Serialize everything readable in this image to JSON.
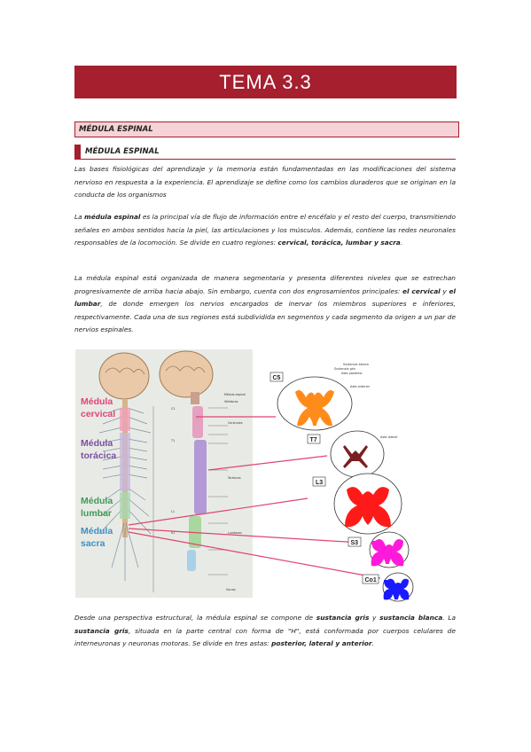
{
  "header": {
    "title": "TEMA 3.3"
  },
  "section_title": "MÉDULA ESPINAL",
  "subsection_title": "MÉDULA ESPINAL",
  "p1": "Las bases fisiológicas del aprendizaje y la memoria están fundamentadas en las modificaciones del sistema nervioso en respuesta a la experiencia. El aprendizaje se define como los cambios duraderos que se originan en la conducta de los organismos",
  "p2": {
    "a": "La ",
    "b1": "médula espinal",
    "c": " es la principal vía de flujo de información entre el encéfalo y el resto del cuerpo, transmitiendo señales en ambos sentidos hacia la piel, las articulaciones y los músculos. Además, contiene las redes neuronales responsables de la locomoción. Se divide en cuatro regiones: ",
    "b2": "cervical, torácica, lumbar y sacra",
    "d": "."
  },
  "p3": {
    "a": "La médula espinal está organizada de manera segmentaria y presenta diferentes niveles que se estrechan progresivamente de arriba hacia abajo. Sin embargo, cuenta con dos engrosamientos principales: ",
    "b1": "el cervical",
    "c": " y ",
    "b2": "el lumbar",
    "d": ", de donde emergen los nervios encargados de inervar los miembros superiores e inferiores, respectivamente. Cada una de sus regiones está subdividida en segmentos y cada segmento da origen a un par de nervios espinales."
  },
  "p4": {
    "a": "Desde una perspectiva estructural, la médula espinal se compone de ",
    "b1": "sustancia gris",
    "c": " y ",
    "b2": "sustancia blanca",
    "d": ". La ",
    "b3": "sustancia gris",
    "e": ", situada en la parte central con forma de \"H\", está conformada por cuerpos celulares de interneuronas y neuronas motoras. Se divide en tres astas: ",
    "b4": "posterior, lateral y anterior",
    "f": "."
  },
  "figure": {
    "regions": [
      {
        "line1": "Médula",
        "line2": "cervical",
        "color": "#e0457a"
      },
      {
        "line1": "Médula",
        "line2": "torácica",
        "color": "#7b4fa0"
      },
      {
        "line1": "Médula",
        "line2": "lumbar",
        "color": "#3f9a5a"
      },
      {
        "line1": "Médula",
        "line2": "sacra",
        "color": "#3e8fc4"
      }
    ],
    "sections": [
      {
        "label": "C5",
        "color": "#ff8c1a"
      },
      {
        "label": "T7",
        "color": "#7a1f1f"
      },
      {
        "label": "L3",
        "color": "#ff1a1a"
      },
      {
        "label": "S3",
        "color": "#ff1ad9"
      },
      {
        "label": "Co1",
        "color": "#1a1aff"
      }
    ],
    "c5_annotations": [
      "Sustancia blanca",
      "Sustancia gris",
      "Asta posterior",
      "Asta anterior"
    ],
    "t7_annotation": "Asta lateral",
    "spine_labels": [
      "Cervicales",
      "Torácicas",
      "Lumbares",
      "Sacras"
    ],
    "brain_labels": [
      "Médula espinal",
      "Vértebras"
    ],
    "segment_codes": [
      "C1",
      "T1",
      "L1",
      "S1"
    ]
  }
}
